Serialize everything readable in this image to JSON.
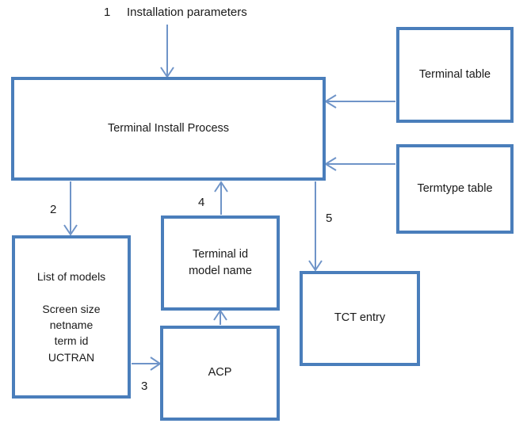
{
  "diagram": {
    "title_text": "Installation parameters",
    "accent_color": "#4a7ebb",
    "arrow_color": "#6f94c8",
    "background_color": "#ffffff",
    "text_color": "#1a1a1a",
    "nodes": [
      {
        "id": "terminal-install-process",
        "label": "Terminal Install Process"
      },
      {
        "id": "terminal-table",
        "label": "Terminal table"
      },
      {
        "id": "termtype-table",
        "label": "Termtype table"
      },
      {
        "id": "list-of-models",
        "label": "List of models\n\nScreen size\nnetname\nterm id\nUCTRAN"
      },
      {
        "id": "terminal-id-model-name",
        "label": "Terminal id\nmodel name"
      },
      {
        "id": "acp",
        "label": "ACP"
      },
      {
        "id": "tct-entry",
        "label": "TCT entry"
      }
    ],
    "steps": [
      {
        "id": "step-1",
        "number": "1",
        "from": "installation-parameters",
        "to": "terminal-install-process"
      },
      {
        "id": "step-2",
        "number": "2",
        "from": "terminal-install-process",
        "to": "list-of-models"
      },
      {
        "id": "step-3",
        "number": "3",
        "from": "list-of-models",
        "to": "acp"
      },
      {
        "id": "step-4",
        "number": "4",
        "from": "terminal-id-model-name",
        "to": "terminal-install-process"
      },
      {
        "id": "step-5",
        "number": "5",
        "from": "terminal-install-process",
        "to": "tct-entry"
      }
    ],
    "unnumbered_edges": [
      {
        "id": "edge-terminal-table",
        "from": "terminal-table",
        "to": "terminal-install-process"
      },
      {
        "id": "edge-termtype-table",
        "from": "termtype-table",
        "to": "terminal-install-process"
      },
      {
        "id": "edge-acp-to-terminal-id",
        "from": "acp",
        "to": "terminal-id-model-name"
      }
    ]
  }
}
